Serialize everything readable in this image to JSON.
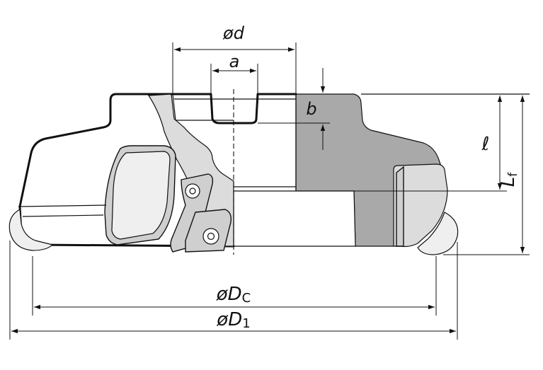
{
  "labels": {
    "bore_diameter": "ød",
    "keyway_width": "a",
    "keyway_depth": "b",
    "bore_length": "ℓ",
    "height_prefix": "L",
    "height_sub": "f",
    "cutting_diameter_prefix": "øD",
    "cutting_diameter_sub": "C",
    "outer_diameter_prefix": "øD",
    "outer_diameter_sub": "1"
  }
}
